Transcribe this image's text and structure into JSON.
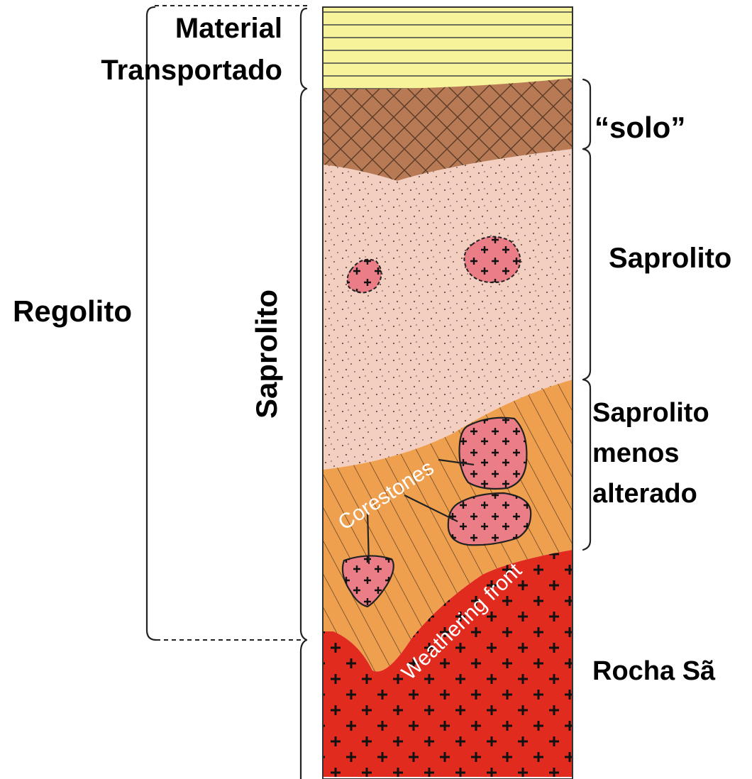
{
  "labels": {
    "material_transportado_line1": "Material",
    "material_transportado_line2": "Transportado",
    "solo": "“solo”",
    "saprolito_right": "Saprolito",
    "saprolito_menos_line1": "Saprolito",
    "saprolito_menos_line2": "menos",
    "saprolito_menos_line3": "alterado",
    "rocha_sa": "Rocha Sã",
    "regolito": "Regolito",
    "saprolito_vertical": "Saprolito",
    "corestones": "Corestones",
    "weathering_front": "Weathering front"
  },
  "colors": {
    "transported": "#f7f39a",
    "soil": "#b77a55",
    "saprolite": "#f2cfc1",
    "less_altered": "#efa04f",
    "bedrock": "#e02b1e",
    "corestone": "#ea7d86"
  }
}
